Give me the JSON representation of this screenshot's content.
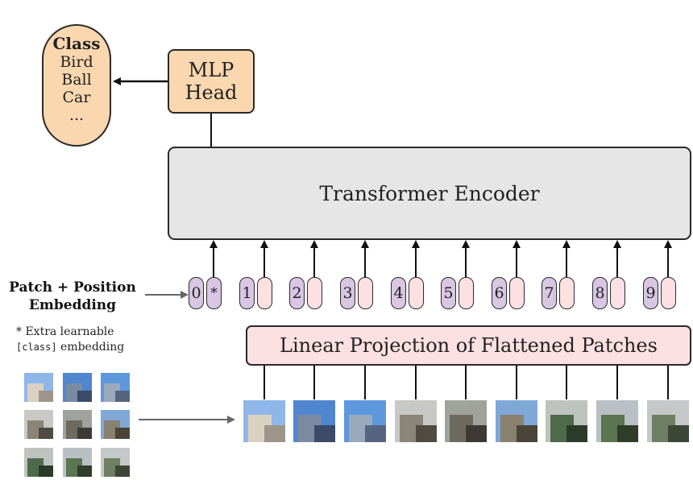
{
  "class_box": {
    "title": "Class",
    "items": [
      "Bird",
      "Ball",
      "Car",
      "..."
    ]
  },
  "mlp_head": {
    "line1": "MLP",
    "line2": "Head"
  },
  "transformer_encoder": {
    "label": "Transformer Encoder"
  },
  "linear_projection": {
    "label": "Linear Projection of Flattened Patches"
  },
  "patch_position": {
    "line1": "Patch + Position",
    "line2": "Embedding"
  },
  "extra_note": {
    "prefix": "* Extra learnable",
    "code": "[class]",
    "suffix": " embedding"
  },
  "tokens": [
    "0",
    "1",
    "2",
    "3",
    "4",
    "5",
    "6",
    "7",
    "8",
    "9"
  ],
  "class_token_symbol": "*",
  "colors": {
    "orange": "#fad7ae",
    "encoder_gray": "#e6e6e6",
    "pink": "#fde0e2",
    "purple": "#d8c6e3"
  }
}
